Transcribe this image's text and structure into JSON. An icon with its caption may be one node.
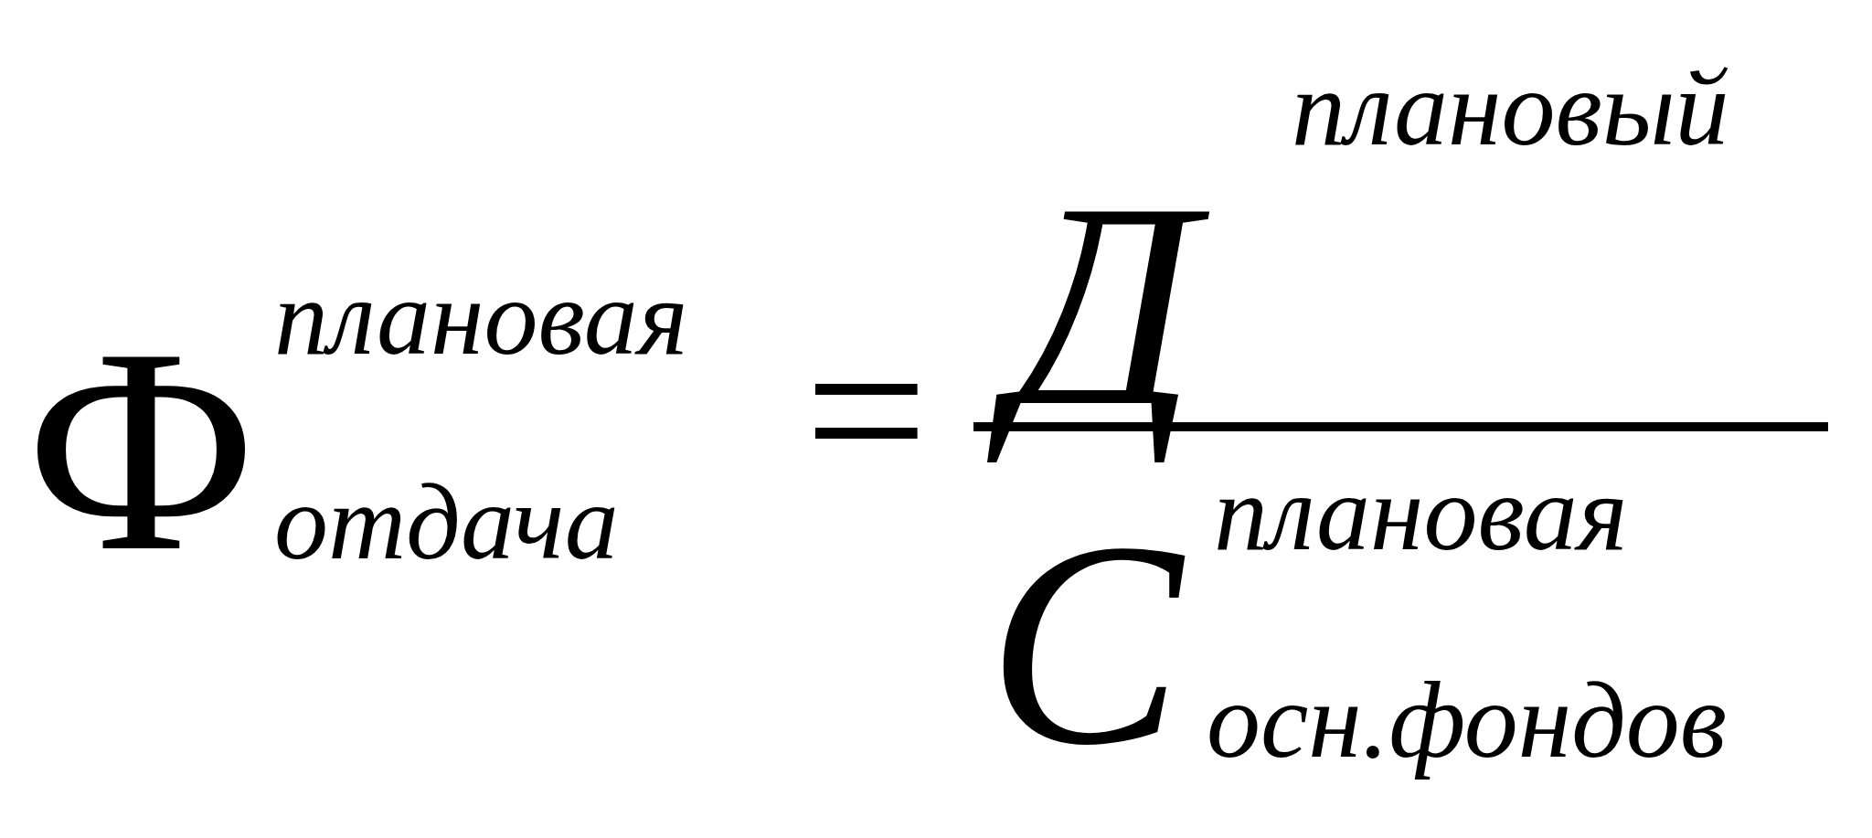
{
  "diagram": {
    "labels": [
      "Ф",
      "плановая",
      "отдача",
      "=",
      "Д",
      "плановый",
      "С",
      "плановая",
      "осн.фондов"
    ]
  }
}
